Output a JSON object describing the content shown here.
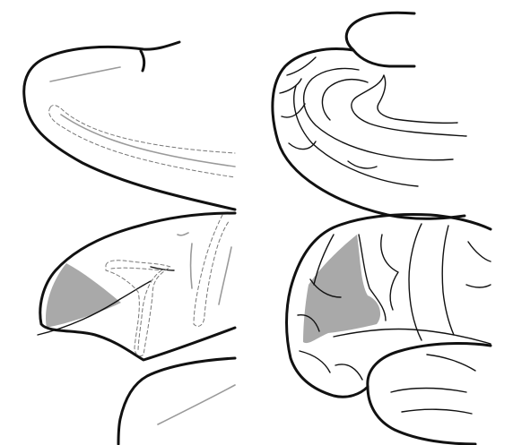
{
  "colors": {
    "outline": "#111111",
    "sulcus_gray": "#9a9a9a",
    "dashed_gray": "#777777",
    "highlight_region": "#a9a9a9",
    "background": "#ffffff"
  },
  "panels": [
    {
      "name": "top-left-panel"
    },
    {
      "name": "top-right-panel"
    },
    {
      "name": "bottom-left-panel"
    },
    {
      "name": "bottom-right-panel"
    }
  ]
}
